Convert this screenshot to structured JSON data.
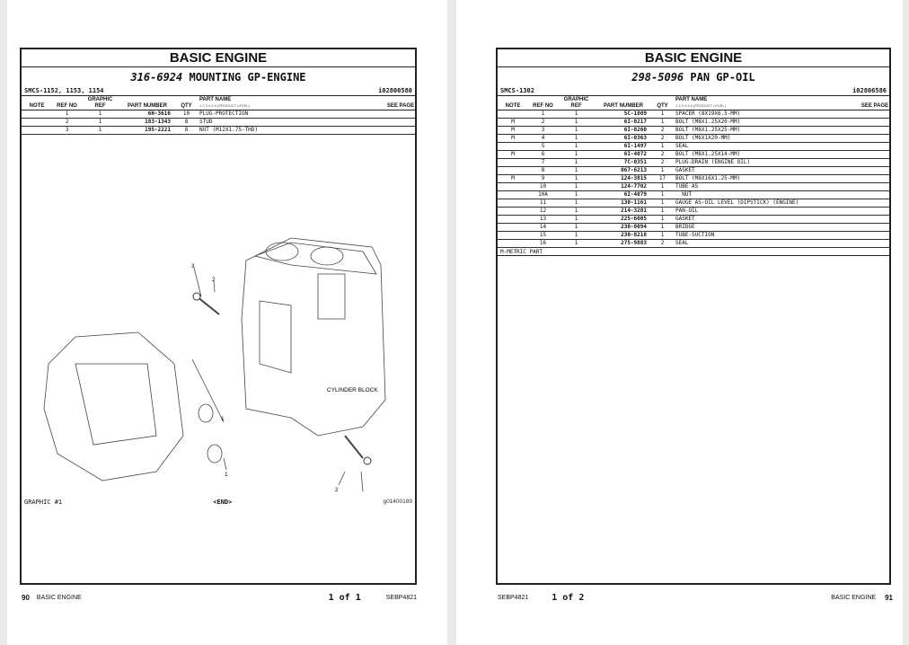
{
  "left": {
    "title": "BASIC ENGINE",
    "group_number": "316-6924",
    "group_name": "MOUNTING GP-ENGINE",
    "smcs": "SMCS-1152, 1153, 1154",
    "illustration_id": "i02800580",
    "columns": {
      "note": "NOTE",
      "ref_no": "REF NO",
      "graphic_ref": "GRAPHIC REF",
      "part_number": "PART NUMBER",
      "qty": "QTY",
      "part_name": "PART NAME",
      "product_level": "1 2 3 4 5 6 (PRODUCT LEVEL)",
      "see_page": "SEE PAGE"
    },
    "rows": [
      {
        "note": "",
        "ref": "1",
        "graphic": "1",
        "part": "6H-3616",
        "qty": "10",
        "name": "PLUG-PROTECTION"
      },
      {
        "note": "",
        "ref": "2",
        "graphic": "1",
        "part": "183-1343",
        "qty": "8",
        "name": "STUD"
      },
      {
        "note": "",
        "ref": "3",
        "graphic": "1",
        "part": "195-2221",
        "qty": "8",
        "name": "NUT (M12X1.75-THD)"
      }
    ],
    "graphic": {
      "callouts": [
        "1",
        "2",
        "3"
      ],
      "label": "CYLINDER BLOCK",
      "caption": "GRAPHIC #1",
      "end": "<END>",
      "graphic_id": "g01400189"
    },
    "footer": {
      "page": "90",
      "section": "BASIC ENGINE",
      "page_of": "1 of 1",
      "doc": "SEBP4821"
    }
  },
  "right": {
    "title": "BASIC ENGINE",
    "group_number": "298-5096",
    "group_name": "PAN GP-OIL",
    "smcs": "SMCS-1302",
    "illustration_id": "i02806586",
    "columns": {
      "note": "NOTE",
      "ref_no": "REF NO",
      "graphic_ref": "GRAPHIC REF",
      "part_number": "PART NUMBER",
      "qty": "QTY",
      "part_name": "PART NAME",
      "product_level": "1 2 3 4 5 6 (PRODUCT LEVEL)",
      "see_page": "SEE PAGE"
    },
    "rows": [
      {
        "note": "",
        "ref": "1",
        "graphic": "1",
        "part": "5C-1809",
        "qty": "1",
        "name": "SPACER (8X19X6.5-MM)"
      },
      {
        "note": "M",
        "ref": "2",
        "graphic": "1",
        "part": "6I-0217",
        "qty": "1",
        "name": "BOLT (M8X1.25X20-MM)"
      },
      {
        "note": "M",
        "ref": "3",
        "graphic": "1",
        "part": "6I-0260",
        "qty": "2",
        "name": "BOLT (M8X1.25X25-MM)"
      },
      {
        "note": "M",
        "ref": "4",
        "graphic": "1",
        "part": "6I-0363",
        "qty": "2",
        "name": "BOLT (M6X1X20-MM)"
      },
      {
        "note": "",
        "ref": "5",
        "graphic": "1",
        "part": "6I-1497",
        "qty": "1",
        "name": "SEAL"
      },
      {
        "note": "M",
        "ref": "6",
        "graphic": "1",
        "part": "6I-4072",
        "qty": "2",
        "name": "BOLT (M8X1.25X14-MM)"
      },
      {
        "note": "",
        "ref": "7",
        "graphic": "1",
        "part": "7C-0351",
        "qty": "2",
        "name": "PLUG-DRAIN (ENGINE OIL)"
      },
      {
        "note": "",
        "ref": "8",
        "graphic": "1",
        "part": "067-6213",
        "qty": "1",
        "name": "GASKET"
      },
      {
        "note": "M",
        "ref": "9",
        "graphic": "1",
        "part": "124-3815",
        "qty": "17",
        "name": "BOLT (M8X16X1.25-MM)"
      },
      {
        "note": "",
        "ref": "10",
        "graphic": "1",
        "part": "124-7702",
        "qty": "1",
        "name": "TUBE AS"
      },
      {
        "note": "",
        "ref": "10A",
        "graphic": "1",
        "part": "6I-4079",
        "qty": "1",
        "name": "  NUT"
      },
      {
        "note": "",
        "ref": "11",
        "graphic": "1",
        "part": "130-1161",
        "qty": "1",
        "name": "GAUGE AS-OIL LEVEL (DIPSTICK) (ENGINE)"
      },
      {
        "note": "",
        "ref": "12",
        "graphic": "1",
        "part": "214-3281",
        "qty": "1",
        "name": "PAN-OIL"
      },
      {
        "note": "",
        "ref": "13",
        "graphic": "1",
        "part": "225-6005",
        "qty": "1",
        "name": "GASKET"
      },
      {
        "note": "",
        "ref": "14",
        "graphic": "1",
        "part": "230-8094",
        "qty": "1",
        "name": "BRIDGE"
      },
      {
        "note": "",
        "ref": "15",
        "graphic": "1",
        "part": "230-8218",
        "qty": "1",
        "name": "TUBE-SUCTION"
      },
      {
        "note": "",
        "ref": "16",
        "graphic": "1",
        "part": "275-9883",
        "qty": "2",
        "name": "SEAL"
      }
    ],
    "metric_note": "M-METRIC PART",
    "footer": {
      "doc": "SEBP4821",
      "page_of": "1 of 2",
      "section": "BASIC ENGINE",
      "page": "91"
    }
  }
}
